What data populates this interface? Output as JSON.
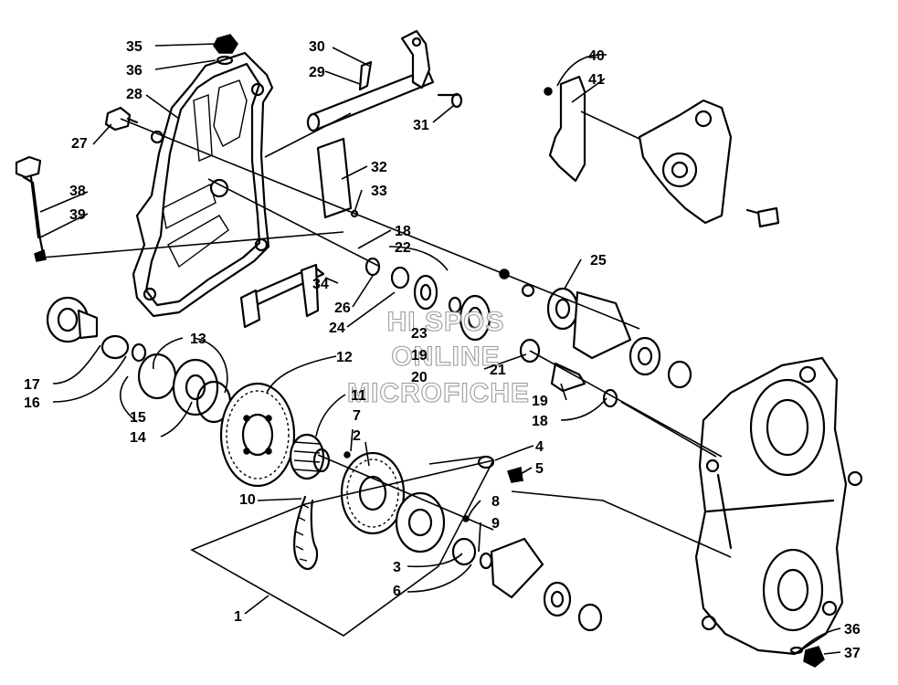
{
  "callouts": {
    "c35": "35",
    "c36a": "36",
    "c28": "28",
    "c27": "27",
    "c38": "38",
    "c39": "39",
    "c30": "30",
    "c29": "29",
    "c31": "31",
    "c32": "32",
    "c33": "33",
    "c40": "40",
    "c41": "41",
    "c18a": "18",
    "c22": "22",
    "c34": "34",
    "c26": "26",
    "c24": "24",
    "c23": "23",
    "c19a": "19",
    "c20": "20",
    "c21": "21",
    "c25": "25",
    "c19b": "19",
    "c18b": "18",
    "c17": "17",
    "c16": "16",
    "c13": "13",
    "c12": "12",
    "c15": "15",
    "c14": "14",
    "c11": "11",
    "c7": "7",
    "c2": "2",
    "c4": "4",
    "c5": "5",
    "c10": "10",
    "c8": "8",
    "c9": "9",
    "c3": "3",
    "c6": "6",
    "c1": "1",
    "c36b": "36",
    "c37": "37"
  },
  "watermark": {
    "line1": "HI SPOS",
    "line2": "ONLINE",
    "line3": "MICROFICHE"
  }
}
